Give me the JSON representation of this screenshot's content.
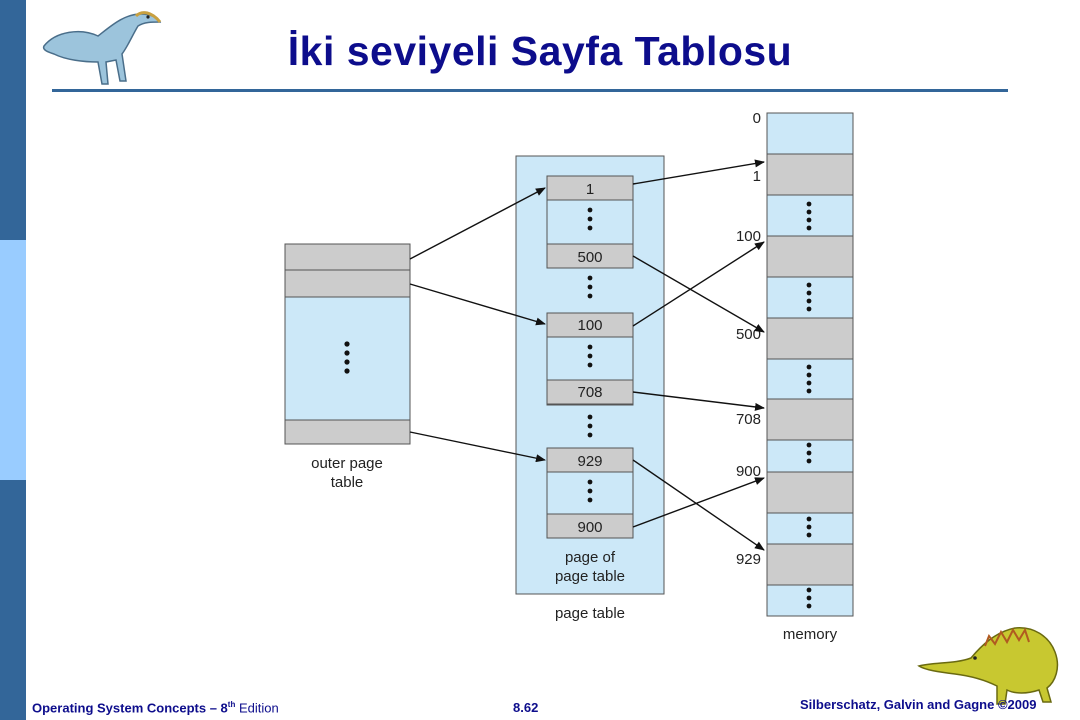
{
  "slide": {
    "title": "İki seviyeli Sayfa Tablosu",
    "footer_left_main": "Operating System Concepts – 8",
    "footer_left_sup": "th",
    "footer_left_tail": " Edition",
    "footer_center": "8.62",
    "footer_right": "Silberschatz, Galvin and Gagne ©2009"
  },
  "diagram": {
    "outer_table_label": [
      "outer page",
      "table"
    ],
    "inner_page_label": [
      "page of",
      "page table"
    ],
    "page_table_label": "page table",
    "memory_label": "memory",
    "inner_entries": [
      "1",
      "500",
      "100",
      "708",
      "929",
      "900"
    ],
    "memory_labels": [
      "0",
      "1",
      "100",
      "500",
      "708",
      "900",
      "929"
    ]
  },
  "colors": {
    "sidebar": "#336699",
    "title": "#0d0d8c",
    "table_fill": "#cce8f8",
    "entry_gray": "#cccccc"
  }
}
